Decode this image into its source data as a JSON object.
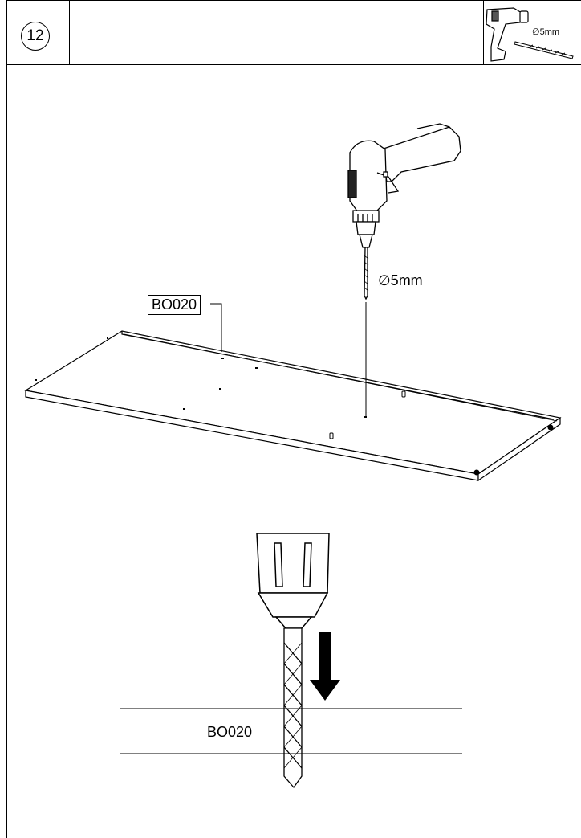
{
  "step": {
    "number": "12"
  },
  "tool": {
    "name": "drill-icon",
    "bit_size": "∅5mm"
  },
  "overview": {
    "part_label": "BO020",
    "bit_size": "∅5mm"
  },
  "detail": {
    "part_label": "BO020"
  }
}
